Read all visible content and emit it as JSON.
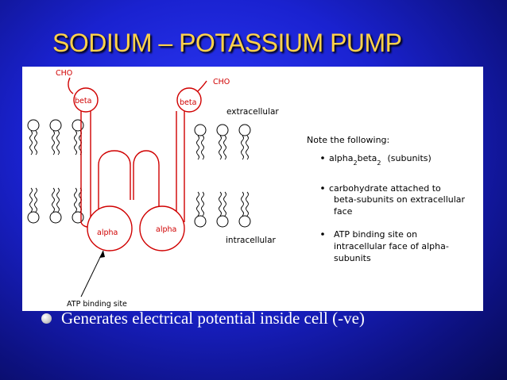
{
  "slide": {
    "title": "SODIUM – POTASSIUM PUMP",
    "bullet": "Generates electrical potential inside cell (-ve)"
  },
  "figure": {
    "cho_left": "CHO",
    "cho_right": "CHO",
    "beta_left": "beta",
    "beta_right": "beta",
    "alpha_left": "alpha",
    "alpha_right": "alpha",
    "extracellular": "extracellular",
    "intracellular": "intracellular",
    "atp_label": "ATP binding site",
    "note_heading": "Note the following:",
    "note1_alpha": "alpha",
    "note1_alpha_sub": "2",
    "note1_beta": "beta",
    "note1_beta_sub": "2",
    "note1_rest": "(subunits)",
    "note2_line1": "carbohydrate attached to",
    "note2_line2": "beta-subunits on extracellular",
    "note2_line3": "face",
    "note3_line1": "ATP binding site on",
    "note3_line2": "intracellular face of alpha-",
    "note3_line3": "subunits"
  },
  "colors": {
    "title": "#ffd24a",
    "protein": "#d00000",
    "background": "#1a22d0"
  }
}
